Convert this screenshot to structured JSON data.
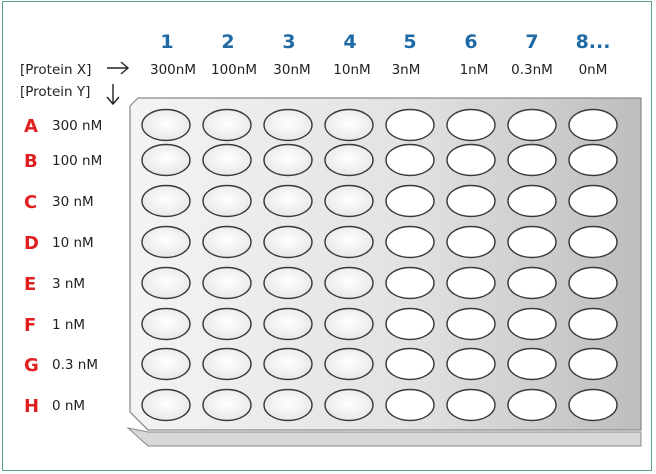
{
  "labels": {
    "protein_x": "[Protein X]",
    "protein_y": "[Protein Y]"
  },
  "columns": [
    {
      "number": "1",
      "conc": "300nM"
    },
    {
      "number": "2",
      "conc": "100nM"
    },
    {
      "number": "3",
      "conc": "30nM"
    },
    {
      "number": "4",
      "conc": "10nM"
    },
    {
      "number": "5",
      "conc": "3nM"
    },
    {
      "number": "6",
      "conc": "1nM"
    },
    {
      "number": "7",
      "conc": "0.3nM"
    },
    {
      "number": "8...",
      "conc": "0nM"
    }
  ],
  "rows": [
    {
      "letter": "A",
      "conc": "300 nM"
    },
    {
      "letter": "B",
      "conc": "100 nM"
    },
    {
      "letter": "C",
      "conc": "30 nM"
    },
    {
      "letter": "D",
      "conc": "10 nM"
    },
    {
      "letter": "E",
      "conc": "3 nM"
    },
    {
      "letter": "F",
      "conc": "1 nM"
    },
    {
      "letter": "G",
      "conc": "0.3 nM"
    },
    {
      "letter": "H",
      "conc": "0 nM"
    }
  ],
  "colors": {
    "column_number": "#1f6aa5",
    "row_letter": "#e02020",
    "frame_border": "#5aa57f"
  }
}
